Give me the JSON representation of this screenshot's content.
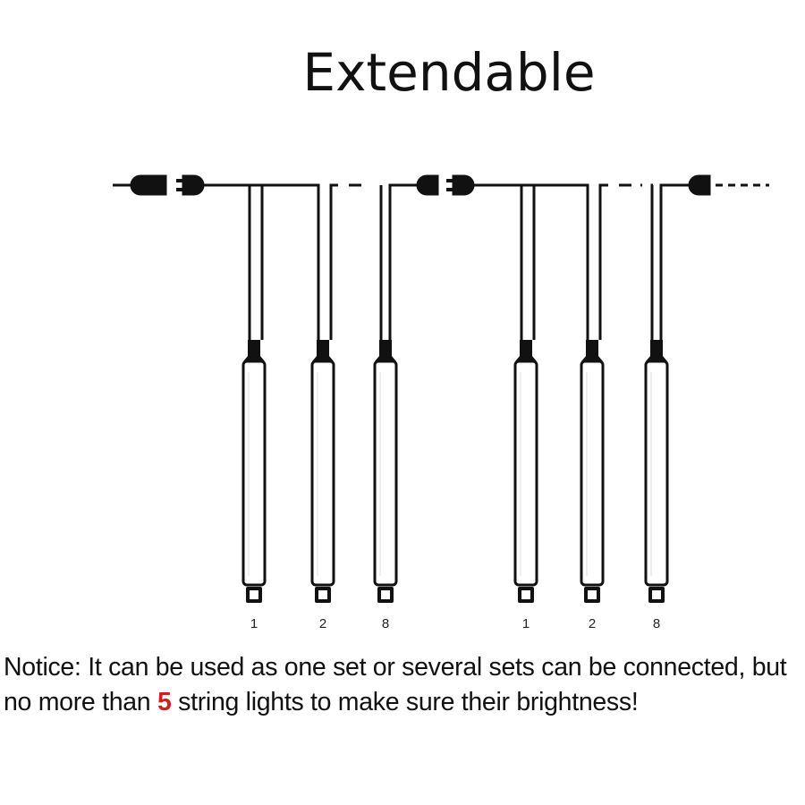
{
  "title": "Extendable",
  "colors": {
    "line": "#111111",
    "highlight": "#d01f1f",
    "background": "#ffffff"
  },
  "diagram": {
    "sets": [
      {
        "tube_labels": [
          "1",
          "2",
          "8"
        ]
      },
      {
        "tube_labels": [
          "1",
          "2",
          "8"
        ]
      }
    ],
    "icons": [
      "male-plug-icon",
      "female-plug-icon",
      "light-tube-icon",
      "end-cap-icon"
    ]
  },
  "notice": {
    "before": "Notice: It can be used as one set or several sets can be connected, but no more than ",
    "highlight": "5",
    "after": " string lights to make sure their brightness!"
  }
}
